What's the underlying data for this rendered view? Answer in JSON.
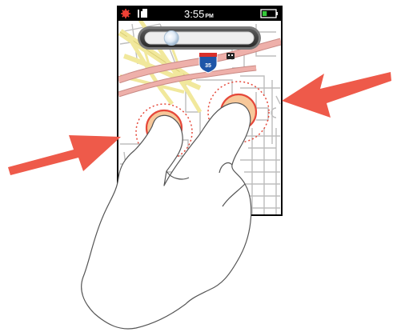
{
  "status_bar": {
    "time": "3:55",
    "ampm": "PM",
    "battery_level": 0.35,
    "icons": [
      "alarm-icon",
      "signal-icon",
      "battery-icon"
    ]
  },
  "map": {
    "highway_shield_number": "35",
    "zoom_slider_level": 0.2
  },
  "gesture": {
    "type": "pinch-in",
    "fingers": 2,
    "arrows": [
      "arrow-right",
      "arrow-left"
    ]
  },
  "colors": {
    "arrow": "#ee5a4a",
    "touch_fill": "#f7c89a",
    "touch_ring": "#e5483a",
    "status_bar_bg": "#000000",
    "highway": "#e9a6a0",
    "shield_blue": "#1f56a8",
    "shield_red": "#d9302b"
  }
}
